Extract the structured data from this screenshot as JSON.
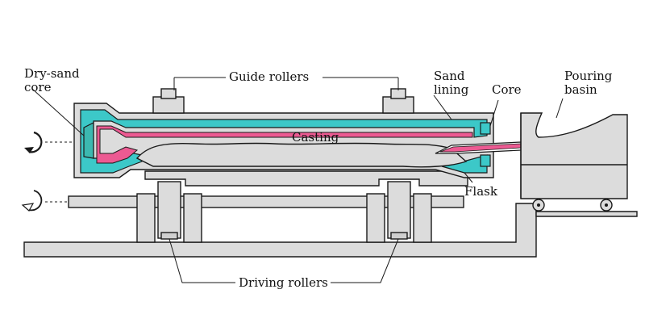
{
  "labels": {
    "dry_sand_core": [
      "Dry-sand",
      "core"
    ],
    "guide_rollers": "Guide rollers",
    "sand_lining": [
      "Sand",
      "lining"
    ],
    "core": "Core",
    "pouring_basin": [
      "Pouring",
      "basin"
    ],
    "casting": "Casting",
    "flask": "Flask",
    "driving_rollers": "Driving rollers"
  },
  "colors": {
    "sand_lining": "#3cc8c8",
    "casting": "#ec5a92",
    "equipment": "#dcdcdc",
    "outline": "#1a1a1a"
  },
  "icons": {
    "upper_rotation": "rotation-arrow-icon",
    "lower_rotation": "rotation-arrow-icon"
  }
}
